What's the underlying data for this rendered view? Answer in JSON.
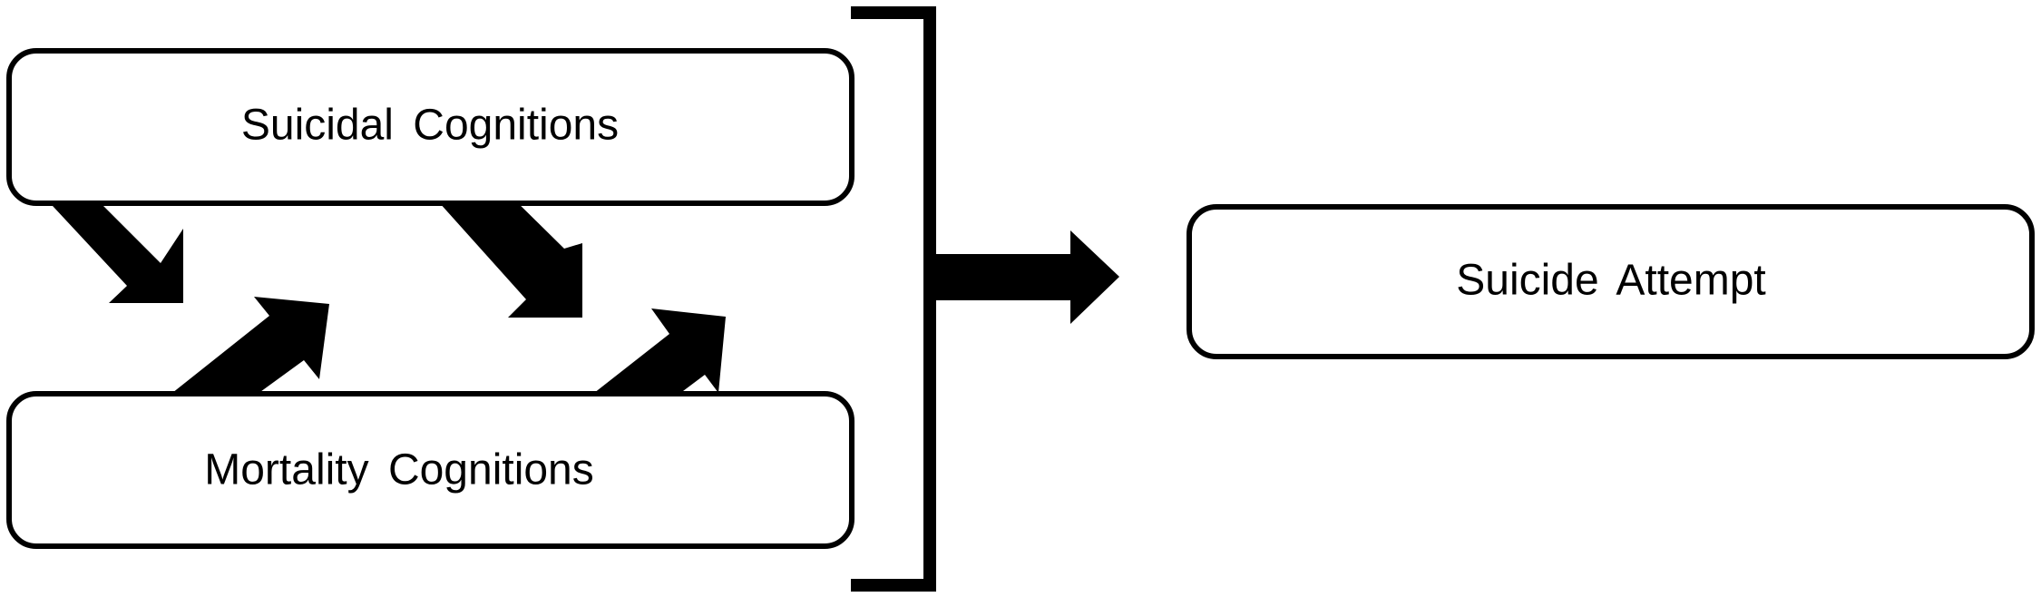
{
  "nodes": {
    "suicidal_cognitions": "Suicidal Cognitions",
    "mortality_cognitions": "Mortality Cognitions",
    "suicide_attempt": "Suicide Attempt"
  },
  "colors": {
    "stroke": "#000000",
    "fill": "#ffffff",
    "text": "#000000"
  }
}
